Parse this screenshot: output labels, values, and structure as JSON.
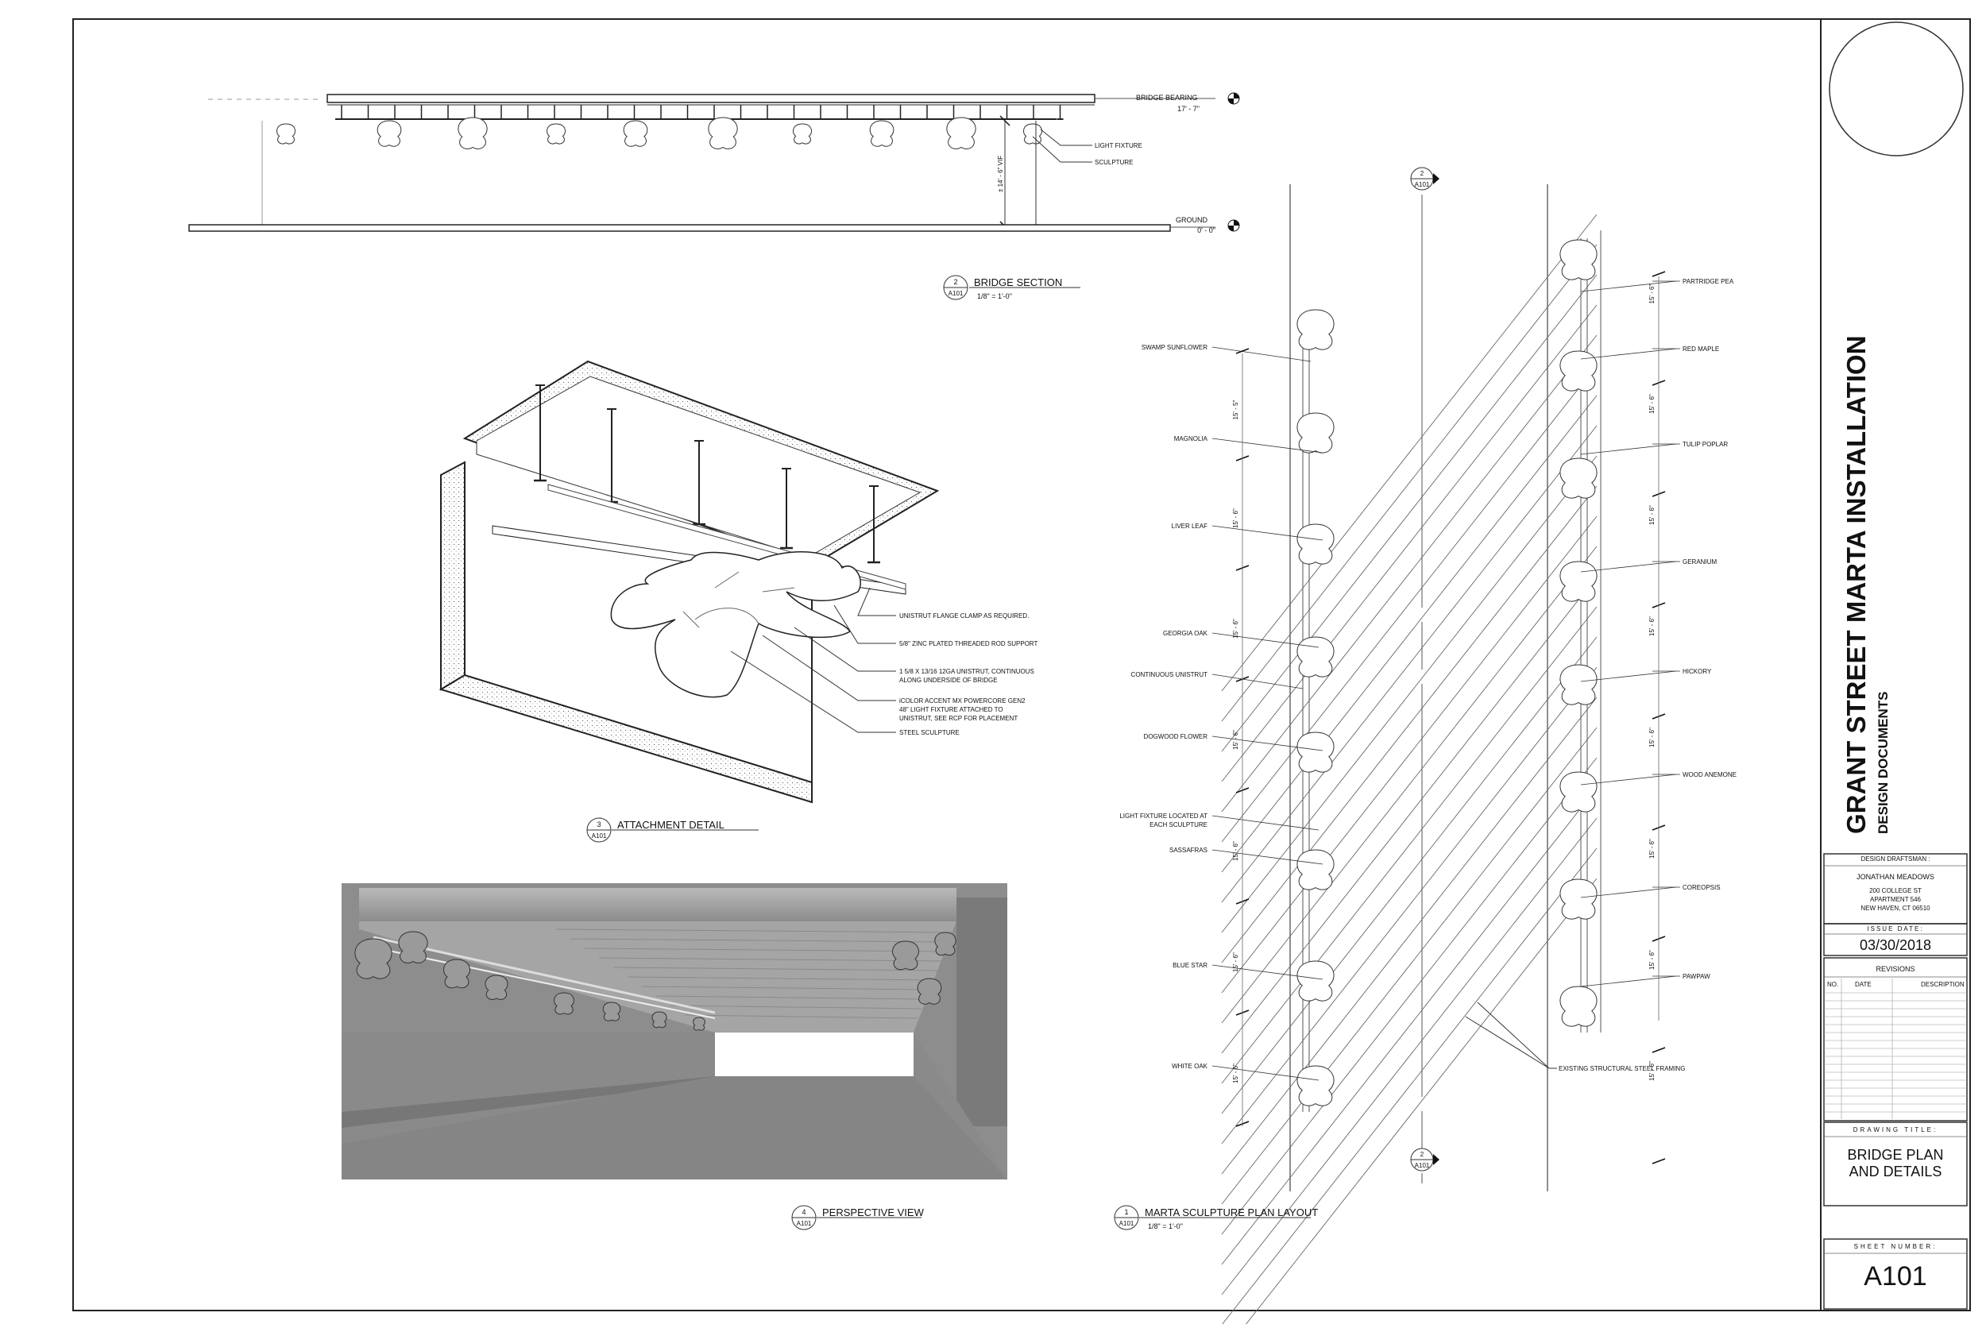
{
  "project": {
    "title": "GRANT STREET MARTA INSTALLATION",
    "subtitle": "DESIGN DOCUMENTS"
  },
  "title_block": {
    "drafter_label": "DESIGN DRAFTSMAN :",
    "drafter_name": "JONATHAN MEADOWS",
    "address_1": "200 COLLEGE ST",
    "address_2": "APARTMENT 546",
    "address_3": "NEW HAVEN, CT 06510",
    "issue_label": "ISSUE DATE:",
    "issue_date": "03/30/2018",
    "revisions_label": "REVISIONS",
    "rev_col_no": "NO.",
    "rev_col_date": "DATE",
    "rev_col_desc": "DESCRIPTION",
    "drawing_title_label": "DRAWING TITLE:",
    "drawing_title_1": "BRIDGE PLAN",
    "drawing_title_2": "AND DETAILS",
    "sheet_label": "SHEET NUMBER:",
    "sheet_number": "A101"
  },
  "section": {
    "bearing_label": "BRIDGE BEARING",
    "bearing_elev": "17' - 7\"",
    "ground_label": "GROUND",
    "ground_elev": "0' - 0\"",
    "clearance": "± 14' - 6\" VIF",
    "light_fixture": "LIGHT FIXTURE",
    "sculpture": "SCULPTURE",
    "view_no": "2",
    "sheet_ref": "A101",
    "view_title": "BRIDGE SECTION",
    "scale": "1/8\" = 1'-0\""
  },
  "attachment": {
    "callouts": [
      "UNISTRUT FLANGE CLAMP AS REQUIRED.",
      "5/8\" ZINC PLATED THREADED ROD SUPPORT",
      "1 5/8 X 13/16 12GA UNISTRUT, CONTINUOUS",
      "ALONG UNDERSIDE OF BRIDGE",
      "iCOLOR ACCENT MX POWERCORE GEN2",
      "48\" LIGHT FIXTURE ATTACHED TO",
      "UNISTRUT, SEE RCP FOR PLACEMENT",
      "STEEL SCULPTURE"
    ],
    "view_no": "3",
    "sheet_ref": "A101",
    "view_title": "ATTACHMENT DETAIL"
  },
  "perspective": {
    "view_no": "4",
    "sheet_ref": "A101",
    "view_title": "PERSPECTIVE VIEW"
  },
  "plan": {
    "view_no": "1",
    "sheet_ref": "A101",
    "view_title": "MARTA SCULPTURE PLAN LAYOUT",
    "scale": "1/8\" = 1'-0\"",
    "marker_no": "2",
    "marker_ref": "A101",
    "left_labels": [
      "SWAMP SUNFLOWER",
      "MAGNOLIA",
      "LIVER LEAF",
      "GEORGIA OAK",
      "CONTINUOUS UNISTRUT",
      "DOGWOOD FLOWER",
      "LIGHT FIXTURE LOCATED AT",
      "EACH SCULPTURE",
      "SASSAFRAS",
      "BLUE STAR",
      "WHITE OAK"
    ],
    "right_labels": [
      "PARTRIDGE PEA",
      "RED MAPLE",
      "TULIP POPLAR",
      "GERANIUM",
      "HICKORY",
      "WOOD ANEMONE",
      "COREOPSIS",
      "PAWPAW"
    ],
    "framing_label": "EXISTING STRUCTURAL STEEL FRAMING",
    "left_dims": [
      "15' - 5\"",
      "15' - 6\"",
      "15' - 6\"",
      "15' - 6\"",
      "15' - 6\"",
      "15' - 6\"",
      "15' - 6\""
    ],
    "right_dims": [
      "15' - 6\"",
      "15' - 6\"",
      "15' - 6\"",
      "15' - 6\"",
      "15' - 6\"",
      "15' - 6\"",
      "15' - 6\"",
      "15' - 6\""
    ]
  }
}
